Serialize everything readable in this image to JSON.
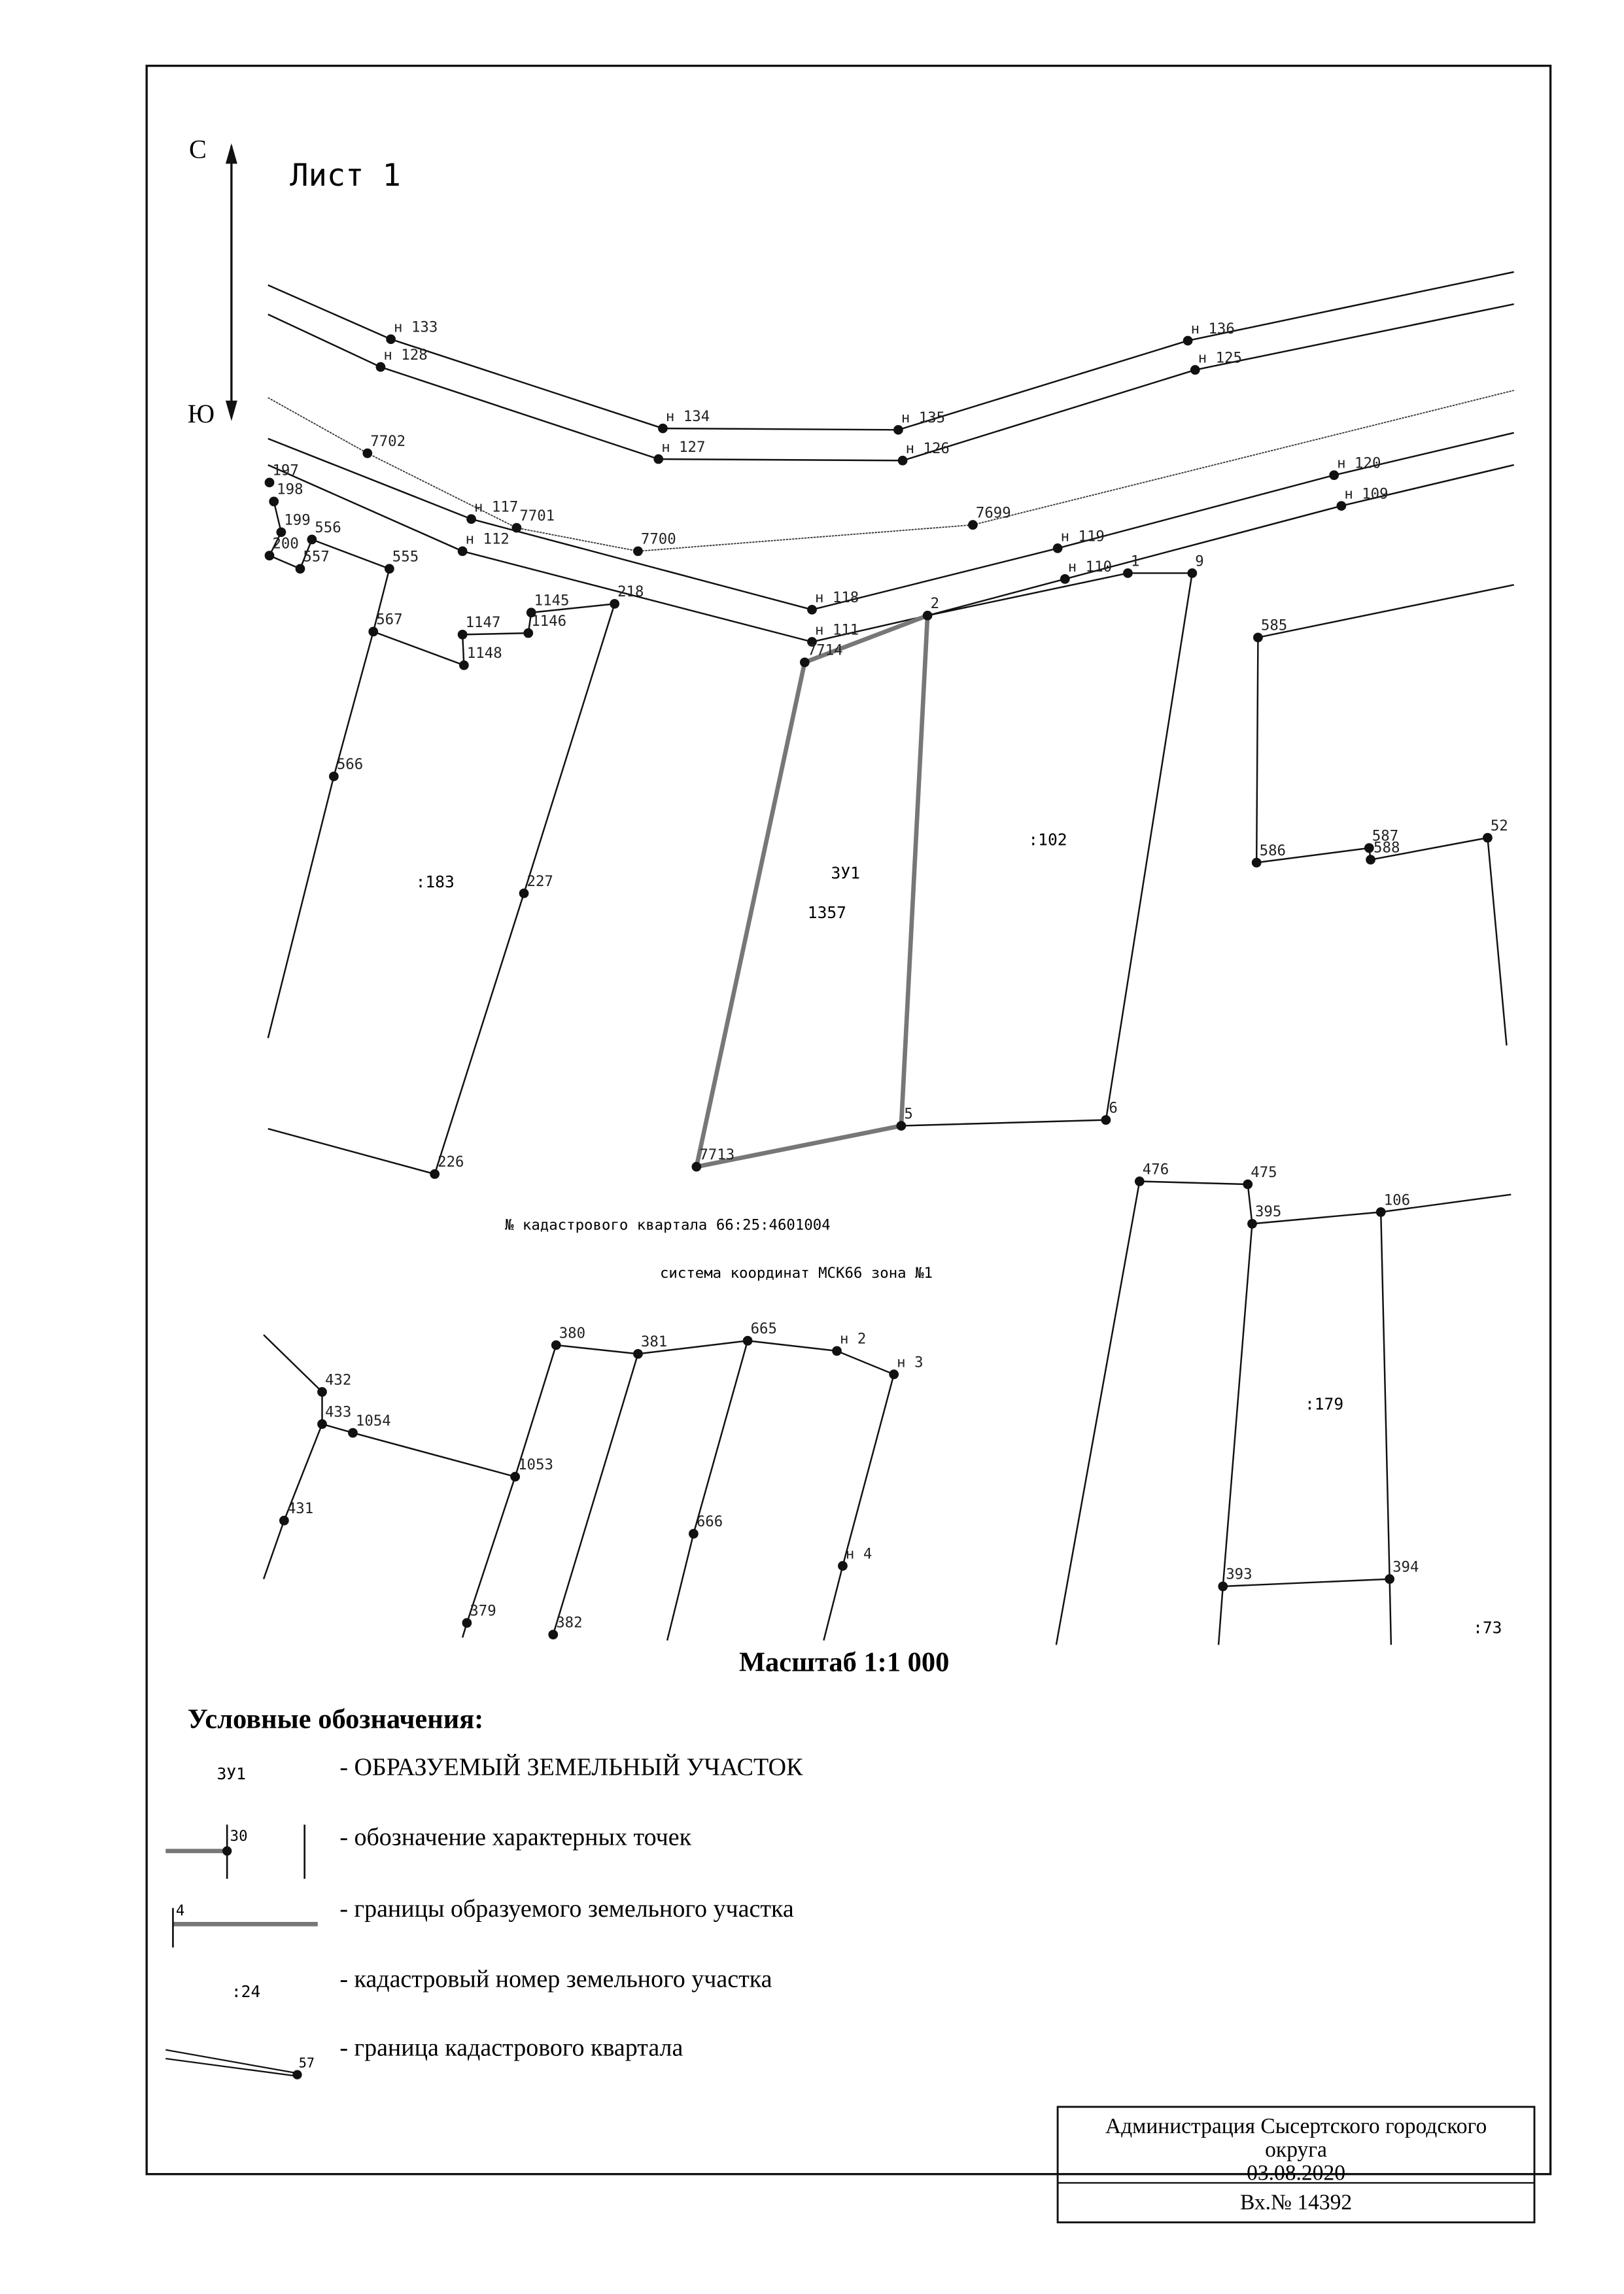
{
  "sheet": {
    "title": "Лист 1",
    "north": "С",
    "south": "Ю"
  },
  "map": {
    "parcel_labels": {
      "p183": ":183",
      "p102": ":102",
      "zu1": "ЗУ1",
      "zu1_area": "1357",
      "p179": ":179",
      "p73": ":73"
    },
    "quarter_caption": "№ кадастрового квартала 66:25:4601004",
    "crs_caption": "система координат МСК66 зона №1",
    "point_labels": [
      "н 133",
      "н 134",
      "н 135",
      "н 136",
      "н 128",
      "н 127",
      "н 126",
      "н 125",
      "7702",
      "7701",
      "7700",
      "7699",
      "н 117",
      "н 118",
      "н 119",
      "н 120",
      "н 112",
      "н 111",
      "н 110",
      "н 109",
      "2",
      "1",
      "9",
      "6",
      "5",
      "7714",
      "7713",
      "555",
      "567",
      "566",
      "1148",
      "1147",
      "1146",
      "1145",
      "218",
      "227",
      "226",
      "556",
      "557",
      "200",
      "199",
      "198",
      "197",
      "585",
      "586",
      "587",
      "588",
      "52",
      "476",
      "475",
      "395",
      "106",
      "393",
      "394",
      "432",
      "433",
      "431",
      "1054",
      "1053",
      "379",
      "380",
      "381",
      "665",
      "н 2",
      "н 3",
      "н 4",
      "382",
      "666"
    ]
  },
  "scale": "Масштаб 1:1 000",
  "legend": {
    "title": "Условные обозначения:",
    "items": [
      {
        "sample": "ЗУ1",
        "text": "- ОБРАЗУЕМЫЙ ЗЕМЕЛЬНЫЙ УЧАСТОК"
      },
      {
        "sample": "30",
        "text": "- обозначение характерных точек"
      },
      {
        "sample": "4",
        "text": "- границы образуемого земельного участка"
      },
      {
        "sample": ":24",
        "text": "- кадастровый номер земельного участка"
      },
      {
        "sample": "57",
        "text": "- граница кадастрового квартала"
      }
    ]
  },
  "stamp": {
    "org": "Администрация Сысертского городского",
    "org2": "округа",
    "date": "03.08.2020",
    "number": "Вх.№ 14392"
  }
}
